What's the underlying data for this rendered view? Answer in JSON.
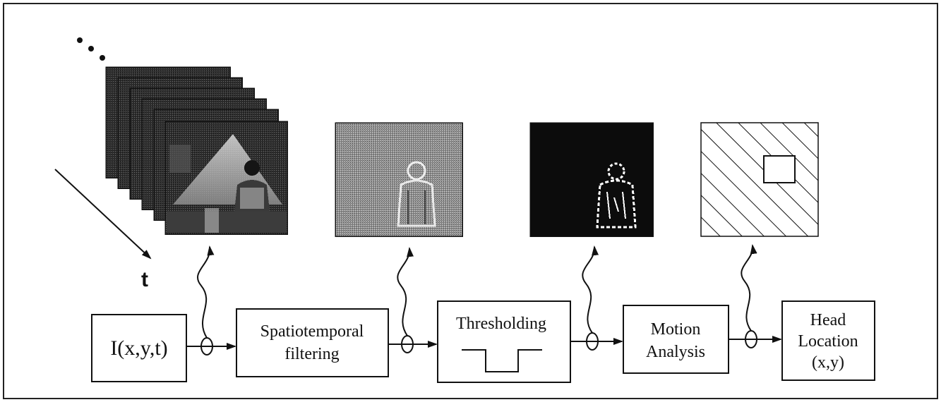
{
  "diagram": {
    "time_axis_label": "t",
    "blocks": [
      {
        "id": "input",
        "lines": [
          "I(x,y,t)"
        ]
      },
      {
        "id": "filter",
        "lines": [
          "Spatiotemporal",
          "filtering"
        ]
      },
      {
        "id": "threshold",
        "lines": [
          "Thresholding"
        ]
      },
      {
        "id": "motion",
        "lines": [
          "Motion",
          "Analysis"
        ]
      },
      {
        "id": "head",
        "lines": [
          "Head",
          "Location",
          "(x,y)"
        ]
      }
    ],
    "thumbnails": [
      {
        "id": "video-frames",
        "depicts": "stack of video frames of a seated person"
      },
      {
        "id": "filtered-image",
        "depicts": "spatiotemporal filtered image"
      },
      {
        "id": "thresholded-image",
        "depicts": "binary thresholded silhouette"
      },
      {
        "id": "head-location-image",
        "depicts": "hatched field with head box"
      }
    ],
    "colors": {
      "ink": "#111111",
      "filtered_bg": "#8a8a8a",
      "threshold_bg": "#0c0c0c",
      "frame_bg": "#2a2a2a"
    }
  }
}
